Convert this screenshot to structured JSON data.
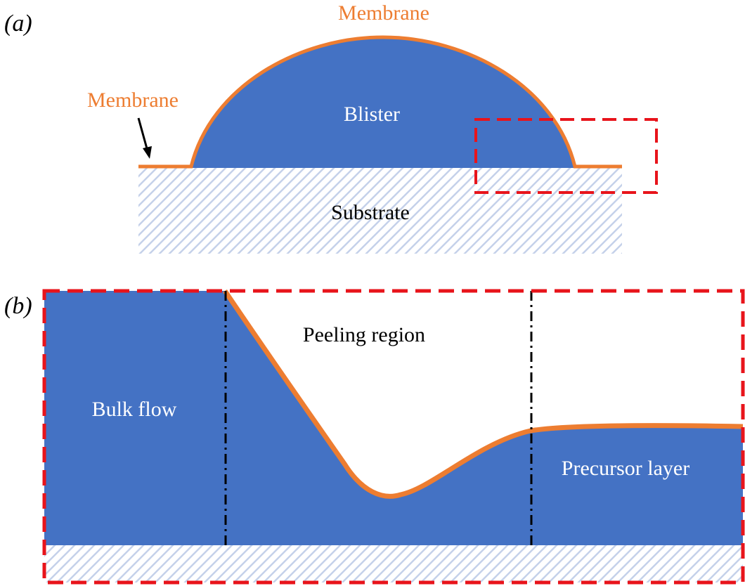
{
  "colors": {
    "fluid": "#4472C4",
    "membrane": "#ED7D31",
    "dashed_box": "#E8141B",
    "hatch": "#C5D1EA",
    "label_light": "#FFFFFF",
    "label_dark": "#000000"
  },
  "panel_a": {
    "panel_label": "(a)",
    "membrane_top_label": "Membrane",
    "membrane_left_label": "Membrane",
    "blister_label": "Blister",
    "substrate_label": "Substrate"
  },
  "panel_b": {
    "panel_label": "(b)",
    "bulk_flow_label": "Bulk flow",
    "peeling_region_label": "Peeling region",
    "precursor_layer_label": "Precursor layer"
  }
}
